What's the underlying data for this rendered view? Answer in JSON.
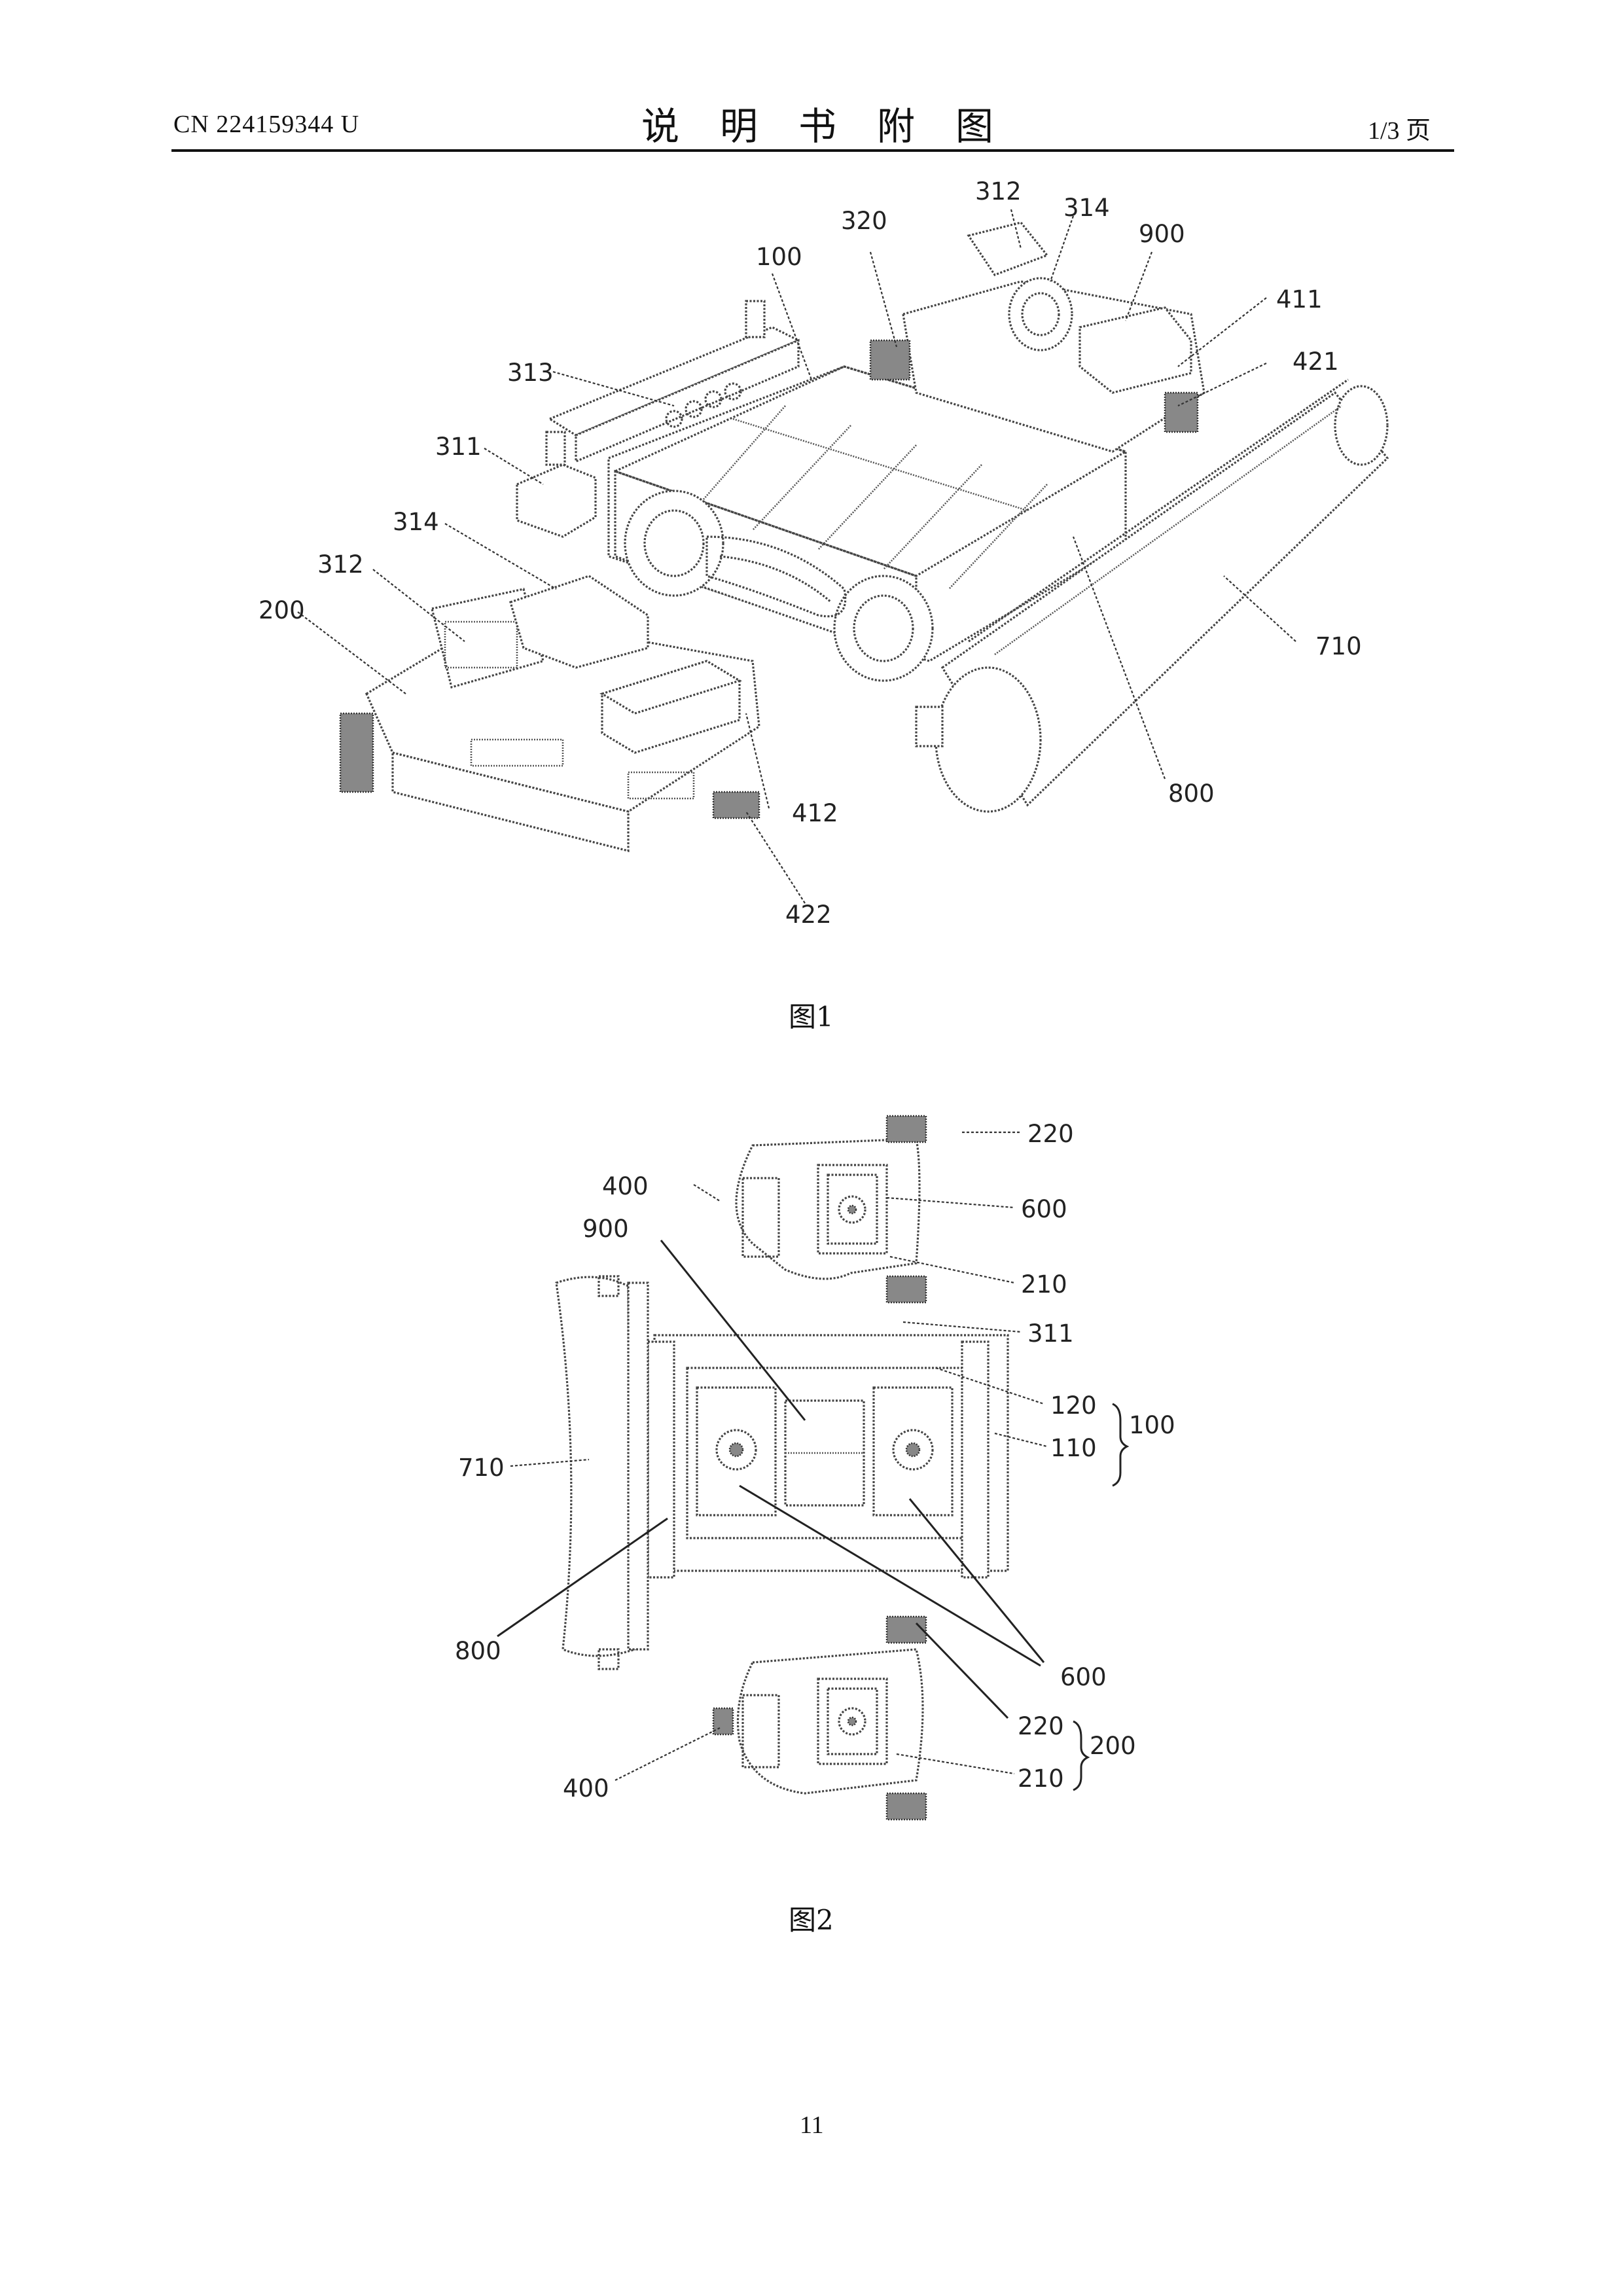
{
  "header": {
    "doc_number": "CN 224159344 U",
    "title": "说明书附图",
    "page_fraction": "1/3 页"
  },
  "figures": [
    {
      "caption": "图1",
      "labels": [
        "312",
        "314",
        "320",
        "100",
        "900",
        "411",
        "421",
        "313",
        "311",
        "314",
        "312",
        "200",
        "710",
        "800",
        "412",
        "422"
      ]
    },
    {
      "caption": "图2",
      "labels": [
        "220",
        "400",
        "600",
        "900",
        "210",
        "311",
        "120",
        "100",
        "110",
        "710",
        "800",
        "600",
        "220",
        "200",
        "210",
        "400"
      ]
    }
  ],
  "footer": {
    "page_number": "11"
  }
}
